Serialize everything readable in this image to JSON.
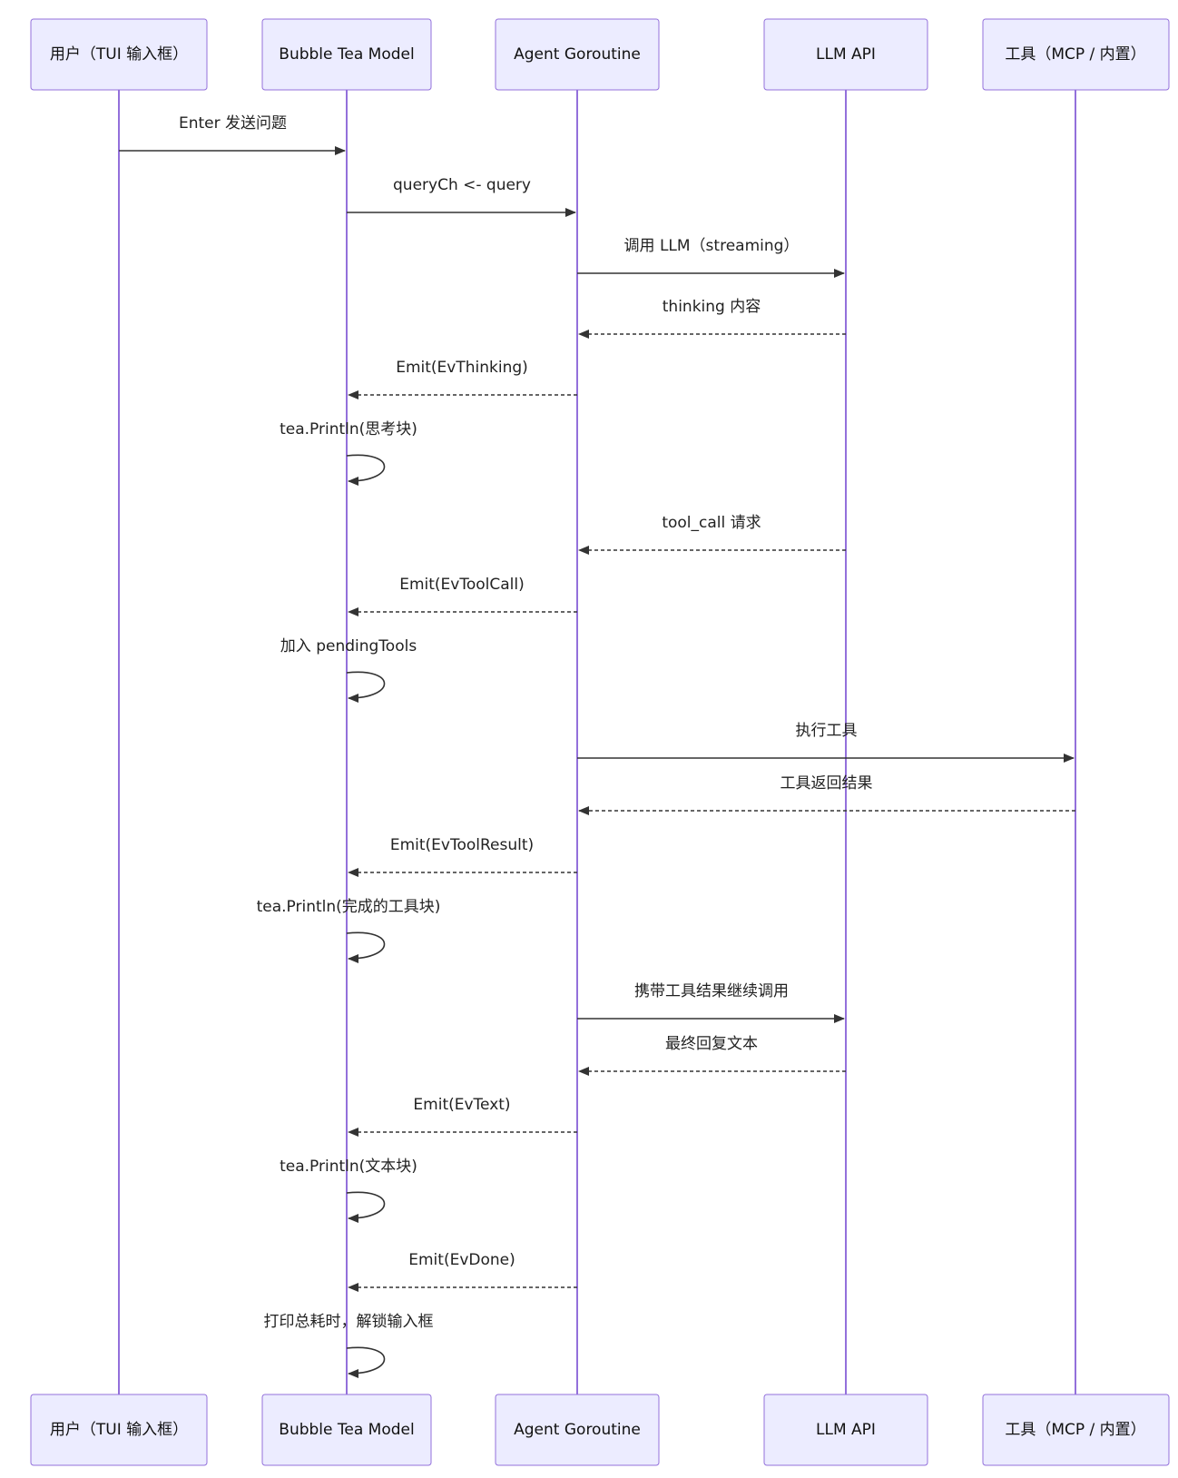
{
  "participants": [
    {
      "id": "user",
      "label": "用户（TUI 输入框）"
    },
    {
      "id": "model",
      "label": "Bubble Tea Model"
    },
    {
      "id": "agent",
      "label": "Agent Goroutine"
    },
    {
      "id": "llm",
      "label": "LLM API"
    },
    {
      "id": "tools",
      "label": "工具（MCP / 内置）"
    }
  ],
  "messages": [
    {
      "from": "user",
      "to": "model",
      "text": "Enter 发送问题",
      "style": "solid"
    },
    {
      "from": "model",
      "to": "agent",
      "text": "queryCh <- query",
      "style": "solid"
    },
    {
      "from": "agent",
      "to": "llm",
      "text": "调用 LLM（streaming）",
      "style": "solid"
    },
    {
      "from": "llm",
      "to": "agent",
      "text": "thinking 内容",
      "style": "dashed"
    },
    {
      "from": "agent",
      "to": "model",
      "text": "Emit(EvThinking)",
      "style": "dashed"
    },
    {
      "from": "model",
      "to": "model",
      "text": "tea.Println(思考块)",
      "style": "self"
    },
    {
      "from": "llm",
      "to": "agent",
      "text": "tool_call 请求",
      "style": "dashed"
    },
    {
      "from": "agent",
      "to": "model",
      "text": "Emit(EvToolCall)",
      "style": "dashed"
    },
    {
      "from": "model",
      "to": "model",
      "text": "加入 pendingTools",
      "style": "self"
    },
    {
      "from": "agent",
      "to": "tools",
      "text": "执行工具",
      "style": "solid"
    },
    {
      "from": "tools",
      "to": "agent",
      "text": "工具返回结果",
      "style": "dashed"
    },
    {
      "from": "agent",
      "to": "model",
      "text": "Emit(EvToolResult)",
      "style": "dashed"
    },
    {
      "from": "model",
      "to": "model",
      "text": "tea.Println(完成的工具块)",
      "style": "self"
    },
    {
      "from": "agent",
      "to": "llm",
      "text": "携带工具结果继续调用",
      "style": "solid"
    },
    {
      "from": "llm",
      "to": "agent",
      "text": "最终回复文本",
      "style": "dashed"
    },
    {
      "from": "agent",
      "to": "model",
      "text": "Emit(EvText)",
      "style": "dashed"
    },
    {
      "from": "model",
      "to": "model",
      "text": "tea.Println(文本块)",
      "style": "self"
    },
    {
      "from": "agent",
      "to": "model",
      "text": "Emit(EvDone)",
      "style": "dashed"
    },
    {
      "from": "model",
      "to": "model",
      "text": "打印总耗时，解锁输入框",
      "style": "self"
    }
  ]
}
